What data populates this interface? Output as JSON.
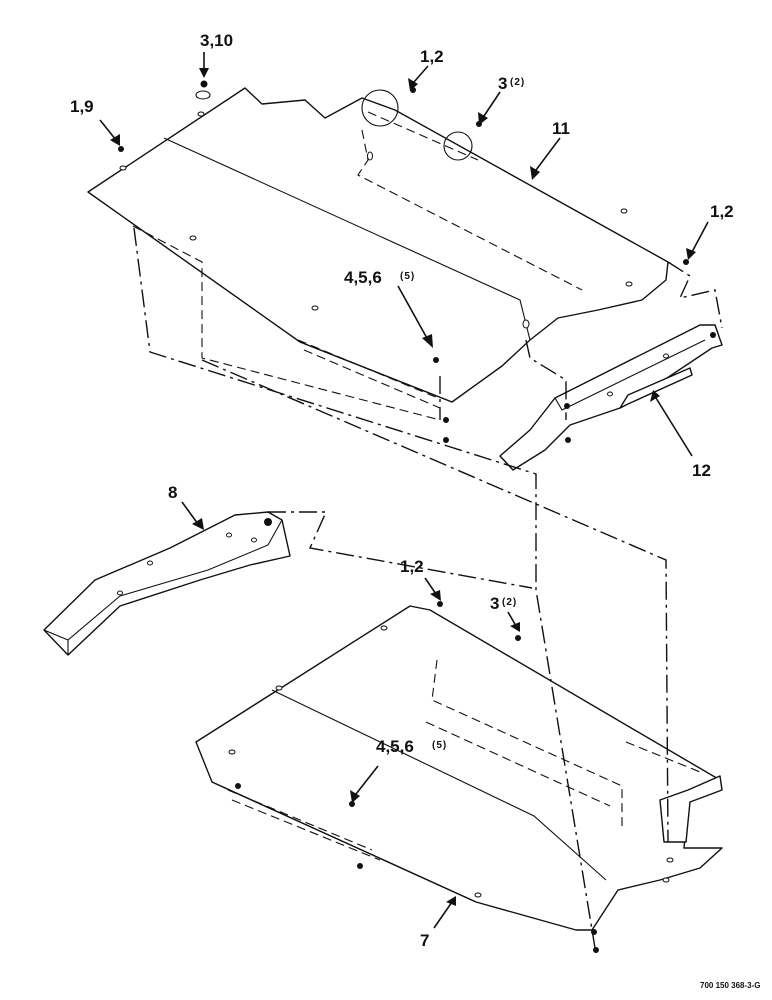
{
  "callouts": {
    "c_3_10": "3,10",
    "c_1_2_top": "1,2",
    "c_3_top": "3",
    "c_3_top_qty": "(2)",
    "c_1_9": "1,9",
    "c_11": "11",
    "c_1_2_right": "1,2",
    "c_4_5_6_top": "4,5,6",
    "c_4_5_6_top_qty": "(5)",
    "c_12": "12",
    "c_8": "8",
    "c_1_2_bottom": "1,2",
    "c_3_bottom": "3",
    "c_3_bottom_qty": "(2)",
    "c_4_5_6_bottom": "4,5,6",
    "c_4_5_6_bottom_qty": "(5)",
    "c_7": "7"
  },
  "drawing_number": "700 150 368-3-G"
}
